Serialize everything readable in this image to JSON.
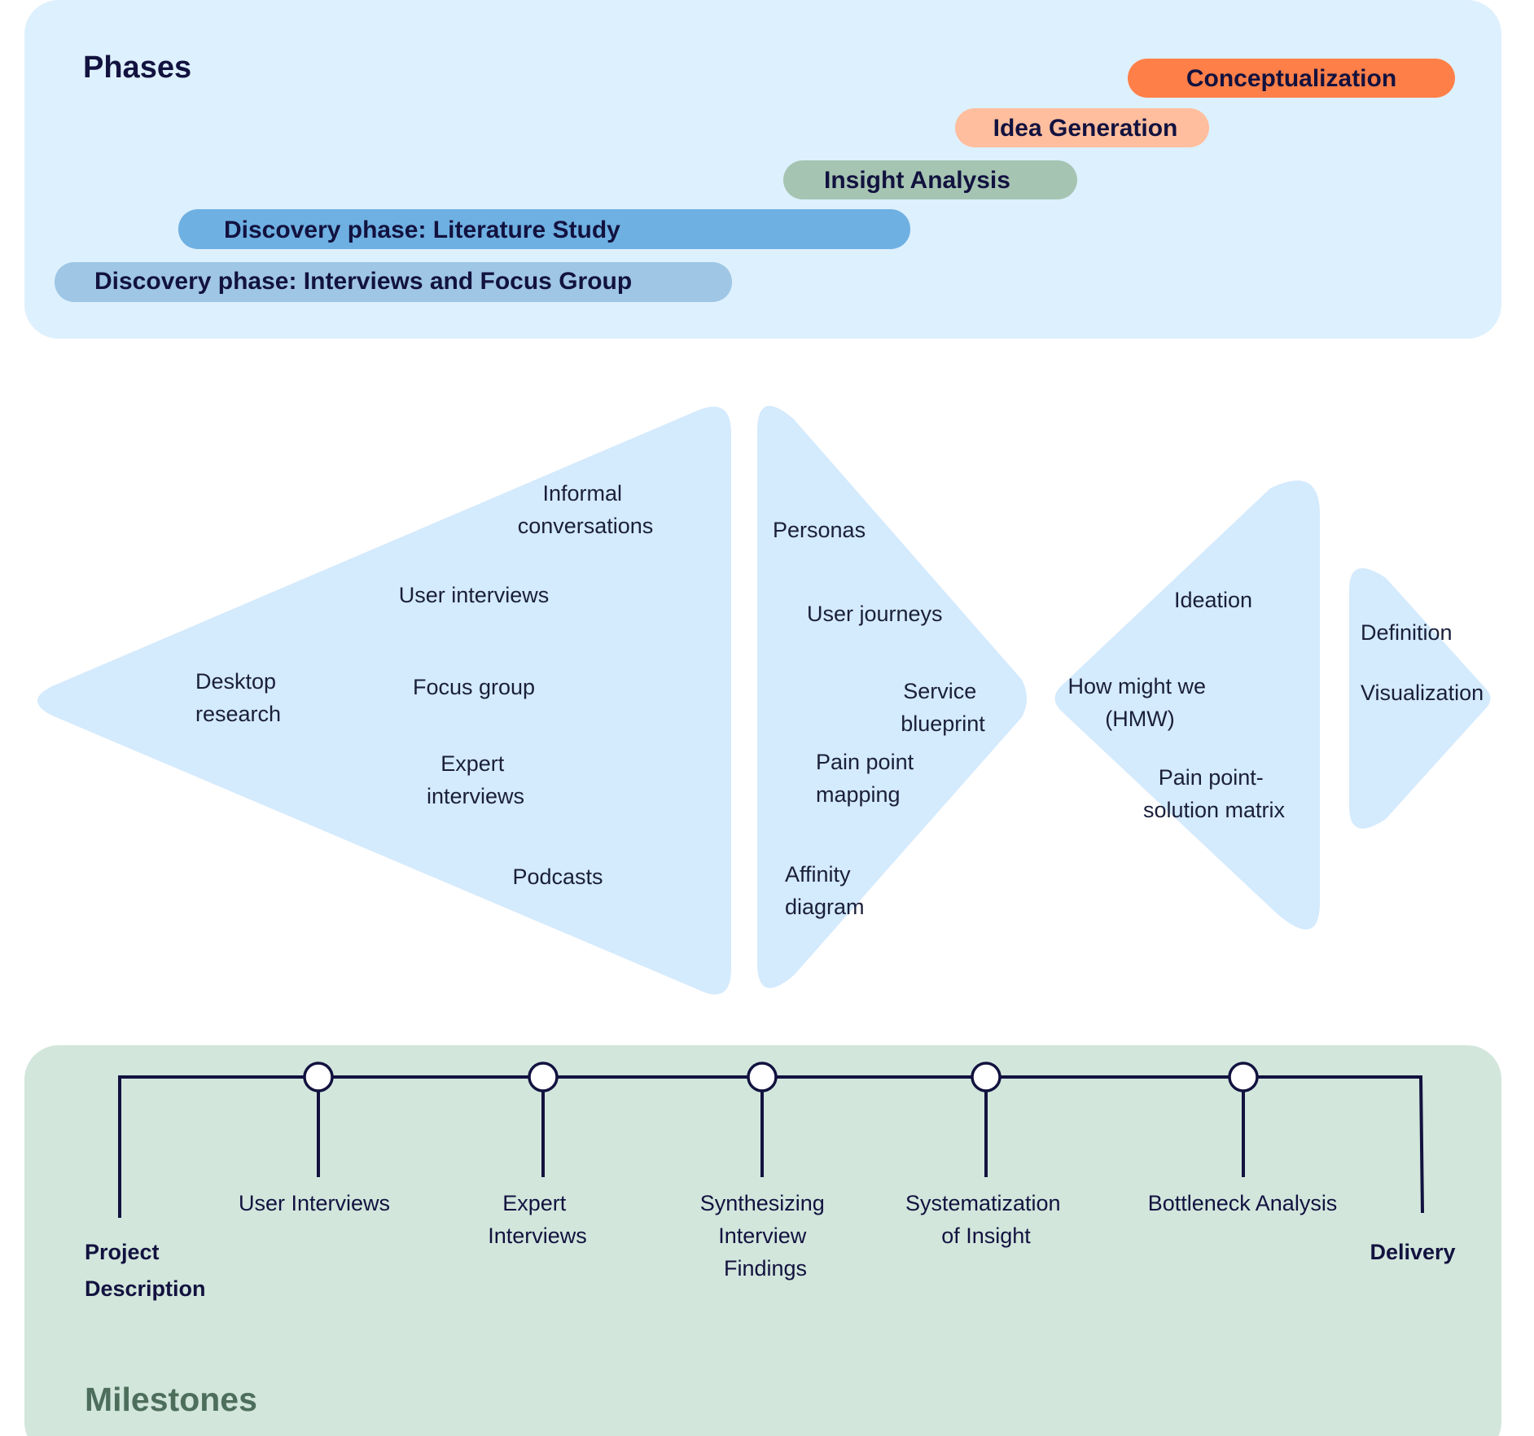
{
  "phases": {
    "title": "Phases",
    "bars": [
      {
        "label": "Conceptualization",
        "color": "#ff7f48"
      },
      {
        "label": "Idea Generation",
        "color": "#ffbe9e"
      },
      {
        "label": "Insight Analysis",
        "color": "#a5c4b2"
      },
      {
        "label": "Discovery phase: Literature Study",
        "color": "#6fb0e2"
      },
      {
        "label": "Discovery phase: Interviews and Focus Group",
        "color": "#9fc6e4"
      }
    ]
  },
  "funnels": {
    "discovery": {
      "items": [
        [
          "Informal",
          "conversations"
        ],
        [
          "User interviews"
        ],
        [
          "Desktop",
          "research"
        ],
        [
          "Focus group"
        ],
        [
          "Expert",
          "interviews"
        ],
        [
          "Podcasts"
        ]
      ]
    },
    "insight": {
      "items": [
        [
          "Personas"
        ],
        [
          "User journeys"
        ],
        [
          "Service",
          "blueprint"
        ],
        [
          "Pain point",
          "mapping"
        ],
        [
          "Affinity",
          "diagram"
        ]
      ]
    },
    "ideas": {
      "items": [
        [
          "Ideation"
        ],
        [
          "How might we",
          "(HMW)"
        ],
        [
          "Pain point-",
          "solution matrix"
        ]
      ]
    },
    "concept": {
      "items": [
        [
          "Definition"
        ],
        [
          "Visualization"
        ]
      ]
    }
  },
  "milestones": {
    "title": "Milestones",
    "start": [
      "Project",
      "Description"
    ],
    "end": [
      "Delivery"
    ],
    "points": [
      [
        "User Interviews"
      ],
      [
        "Expert",
        "Interviews"
      ],
      [
        "Synthesizing",
        "Interview",
        "Findings"
      ],
      [
        "Systematization",
        "of Insight"
      ],
      [
        "Bottleneck Analysis"
      ]
    ]
  },
  "colors": {
    "phases_panel": "#ddf0fd",
    "funnel_fill": "#d4eafd",
    "milestones_panel": "#d2e6dc",
    "ink": "#12123f",
    "milestones_title": "#4e6e5c"
  }
}
